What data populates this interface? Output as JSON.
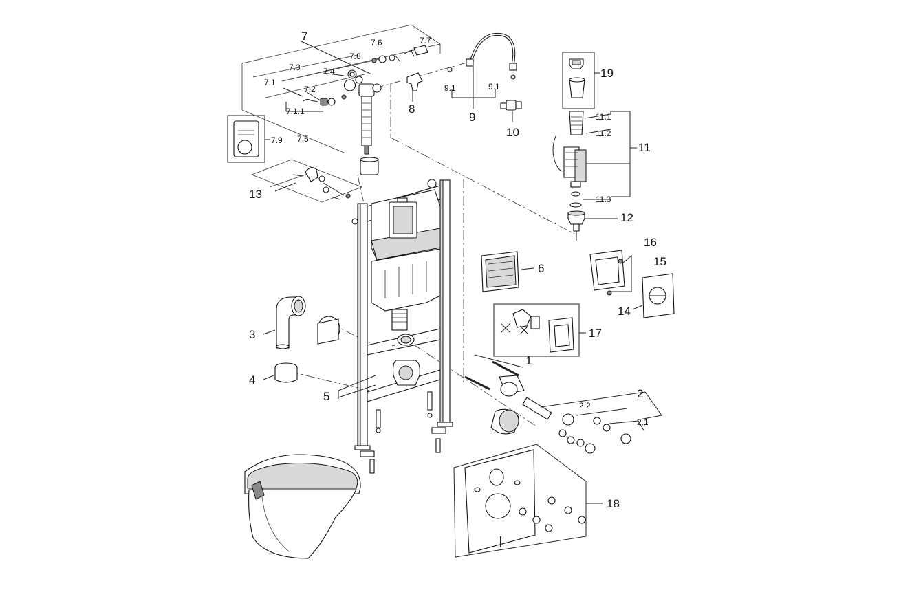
{
  "labels": {
    "l7": "7",
    "l7_6": "7.6",
    "l7_7": "7.7",
    "l7_8": "7.8",
    "l7_3": "7.3",
    "l7_4": "7.4",
    "l7_1": "7.1",
    "l7_2": "7.2",
    "l7_1_1": "7.1.1",
    "l7_9": "7.9",
    "l7_5": "7.5",
    "l8": "8",
    "l9_1a": "9.1",
    "l9_1b": "9.1",
    "l9": "9",
    "l10": "10",
    "l19": "19",
    "l11_1": "11.1",
    "l11_2": "11.2",
    "l11": "11",
    "l11_3": "11.3",
    "l12": "12",
    "l13": "13",
    "l6": "6",
    "l16": "16",
    "l15": "15",
    "l14": "14",
    "l17": "17",
    "l3": "3",
    "l4": "4",
    "l5": "5",
    "l1": "1",
    "l2": "2",
    "l2_2": "2.2",
    "l2_1": "2.1",
    "l18": "18"
  },
  "colors": {
    "line": "#111111",
    "fill_light": "#d9d9d9",
    "fill_dark": "#8a8a8a",
    "background": "#ffffff"
  }
}
